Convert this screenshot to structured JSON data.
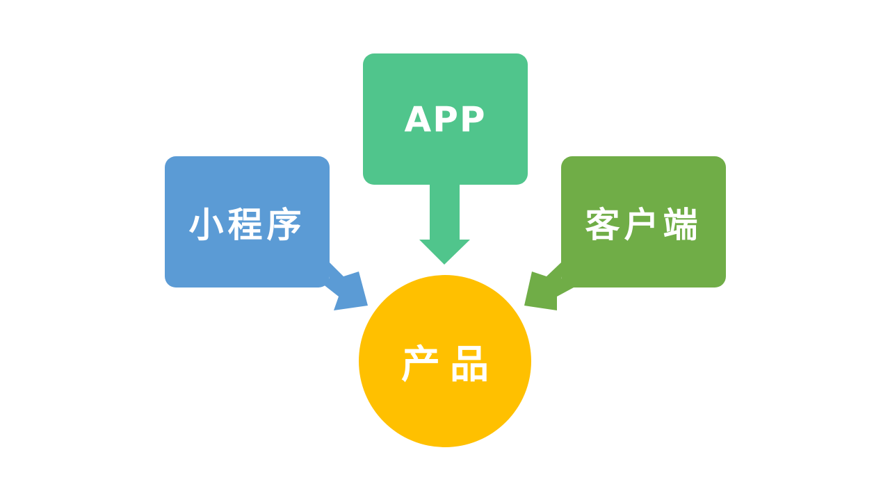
{
  "diagram": {
    "nodes": {
      "app": {
        "label": "APP",
        "color": "#50C58C"
      },
      "mini_program": {
        "label": "小程序",
        "color": "#5B9BD5"
      },
      "client": {
        "label": "客户端",
        "color": "#70AD47"
      },
      "product": {
        "label": "产品",
        "color": "#FFC000"
      }
    },
    "edges": [
      {
        "from": "app",
        "to": "product"
      },
      {
        "from": "mini_program",
        "to": "product"
      },
      {
        "from": "client",
        "to": "product"
      }
    ]
  }
}
